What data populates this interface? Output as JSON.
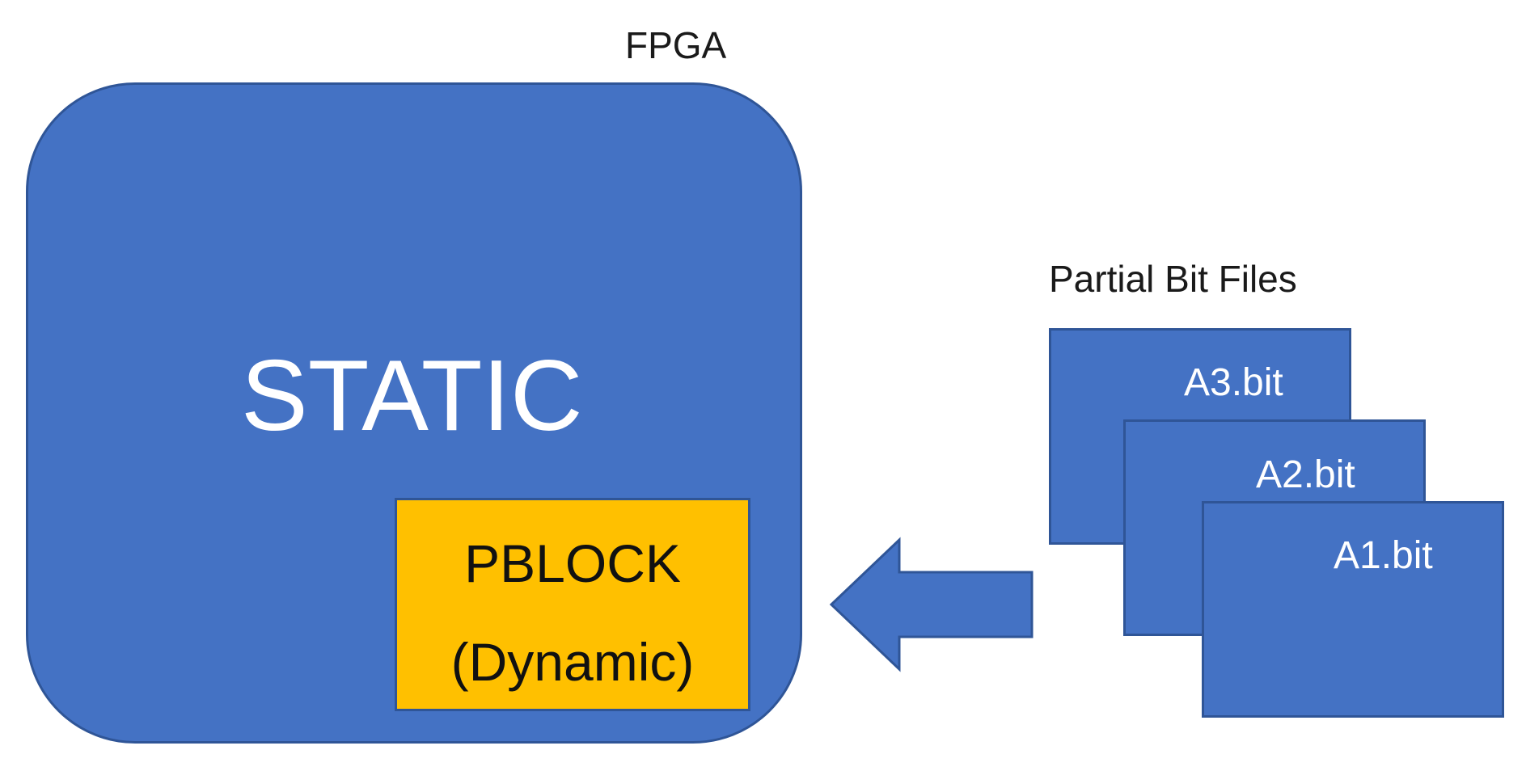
{
  "diagram": {
    "fpga_label": "FPGA",
    "static_label": "STATIC",
    "pblock": {
      "line1": "PBLOCK",
      "line2": "(Dynamic)"
    },
    "partial_bit_files_label": "Partial Bit Files",
    "bit_files": [
      {
        "name": "A3.bit"
      },
      {
        "name": "A2.bit"
      },
      {
        "name": "A1.bit"
      }
    ]
  },
  "colors": {
    "block_fill": "#4472c4",
    "block_stroke": "#2f5597",
    "pblock_fill": "#ffc000",
    "text_light": "#ffffff",
    "text_dark": "#1a1a1a"
  },
  "icons": {
    "arrow": "left-arrow-icon"
  }
}
